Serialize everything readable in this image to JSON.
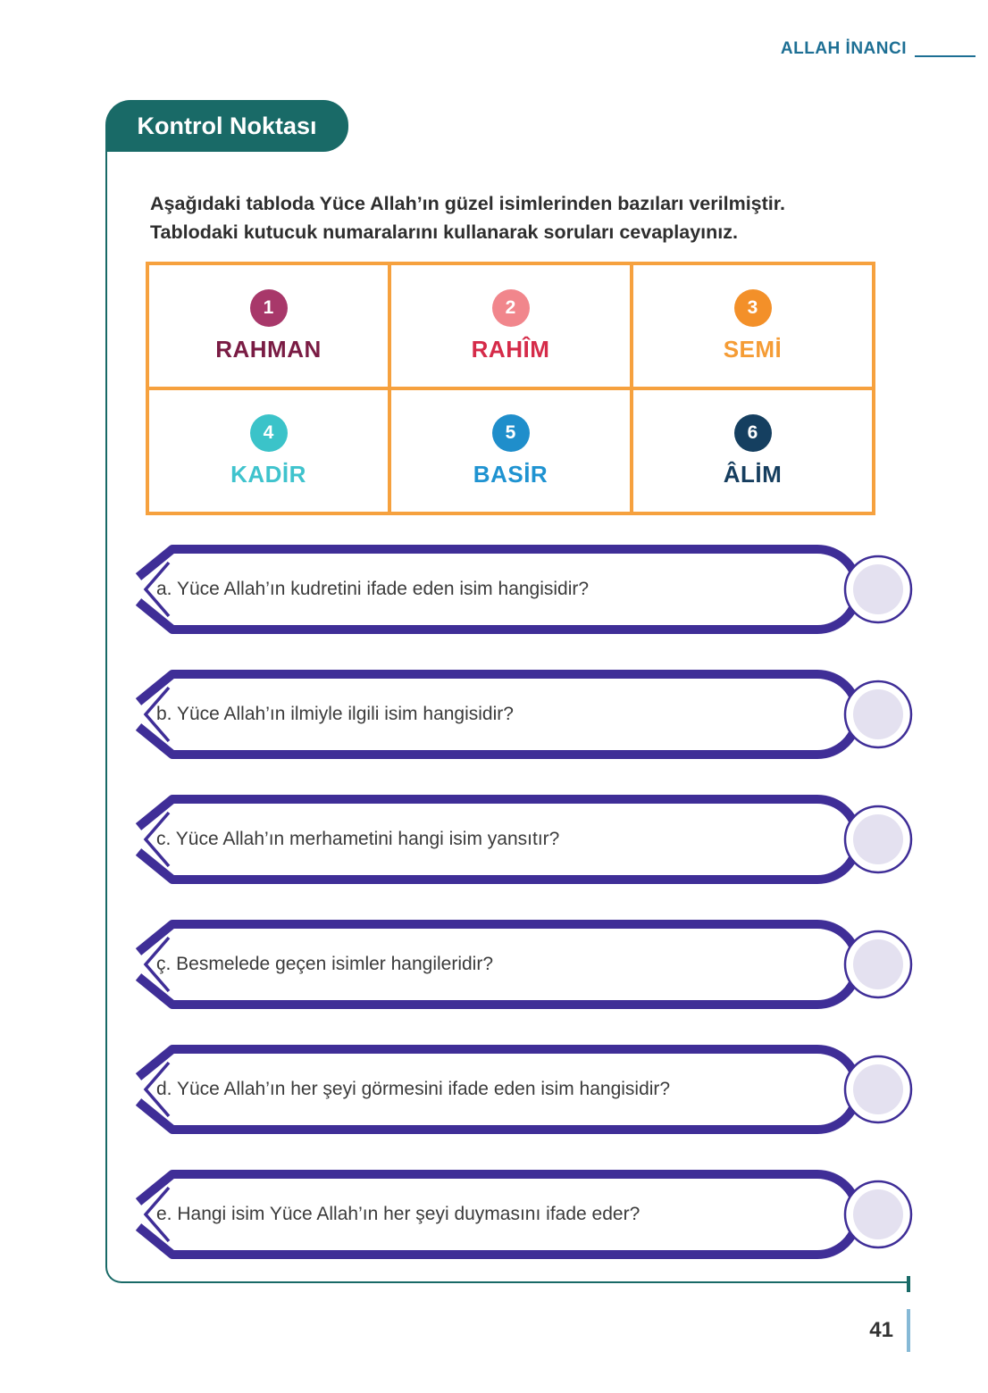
{
  "header": {
    "title": "ALLAH İNANCI"
  },
  "badge": {
    "label": "Kontrol Noktası"
  },
  "intro": "Aşağıdaki tabloda Yüce Allah’ın güzel isimlerinden bazıları verilmiştir. Tablodaki kutucuk numaralarını kullanarak soruları cevaplayınız.",
  "names_table": {
    "border_color": "#f6a13e",
    "cells": [
      {
        "number": "1",
        "label": "RAHMAN",
        "circle_color": "#a8386a",
        "label_color": "#7a1c44"
      },
      {
        "number": "2",
        "label": "RAHÎM",
        "circle_color": "#f1868c",
        "label_color": "#d52b49"
      },
      {
        "number": "3",
        "label": "SEMİ",
        "circle_color": "#f39029",
        "label_color": "#f59c35"
      },
      {
        "number": "4",
        "label": "KADİR",
        "circle_color": "#3bc3c9",
        "label_color": "#3fc3cd"
      },
      {
        "number": "5",
        "label": "BASİR",
        "circle_color": "#1f8ecb",
        "label_color": "#1f93d1"
      },
      {
        "number": "6",
        "label": "ÂLİM",
        "circle_color": "#153f60",
        "label_color": "#163e5f"
      }
    ]
  },
  "questions": [
    {
      "text": "a. Yüce Allah’ın kudretini ifade eden isim hangisidir?"
    },
    {
      "text": "b. Yüce Allah’ın ilmiyle ilgili isim hangisidir?"
    },
    {
      "text": "c. Yüce Allah’ın merhametini hangi isim yansıtır?"
    },
    {
      "text": "ç. Besmelede geçen isimler hangileridir?"
    },
    {
      "text": "d. Yüce Allah’ın her şeyi görmesini ifade eden isim hangisidir?"
    },
    {
      "text": "e. Hangi isim Yüce Allah’ın her şeyi duymasını ifade eder?"
    }
  ],
  "footer": {
    "page_number": "41"
  },
  "colors": {
    "header_teal": "#1d6f94",
    "badge_teal": "#196a67",
    "frame_teal": "#196a67",
    "table_orange": "#f6a13e",
    "banner_purple": "#3f2e97",
    "answer_circle_fill": "#e4e1f0",
    "page_bar_blue": "#86b9d6"
  }
}
